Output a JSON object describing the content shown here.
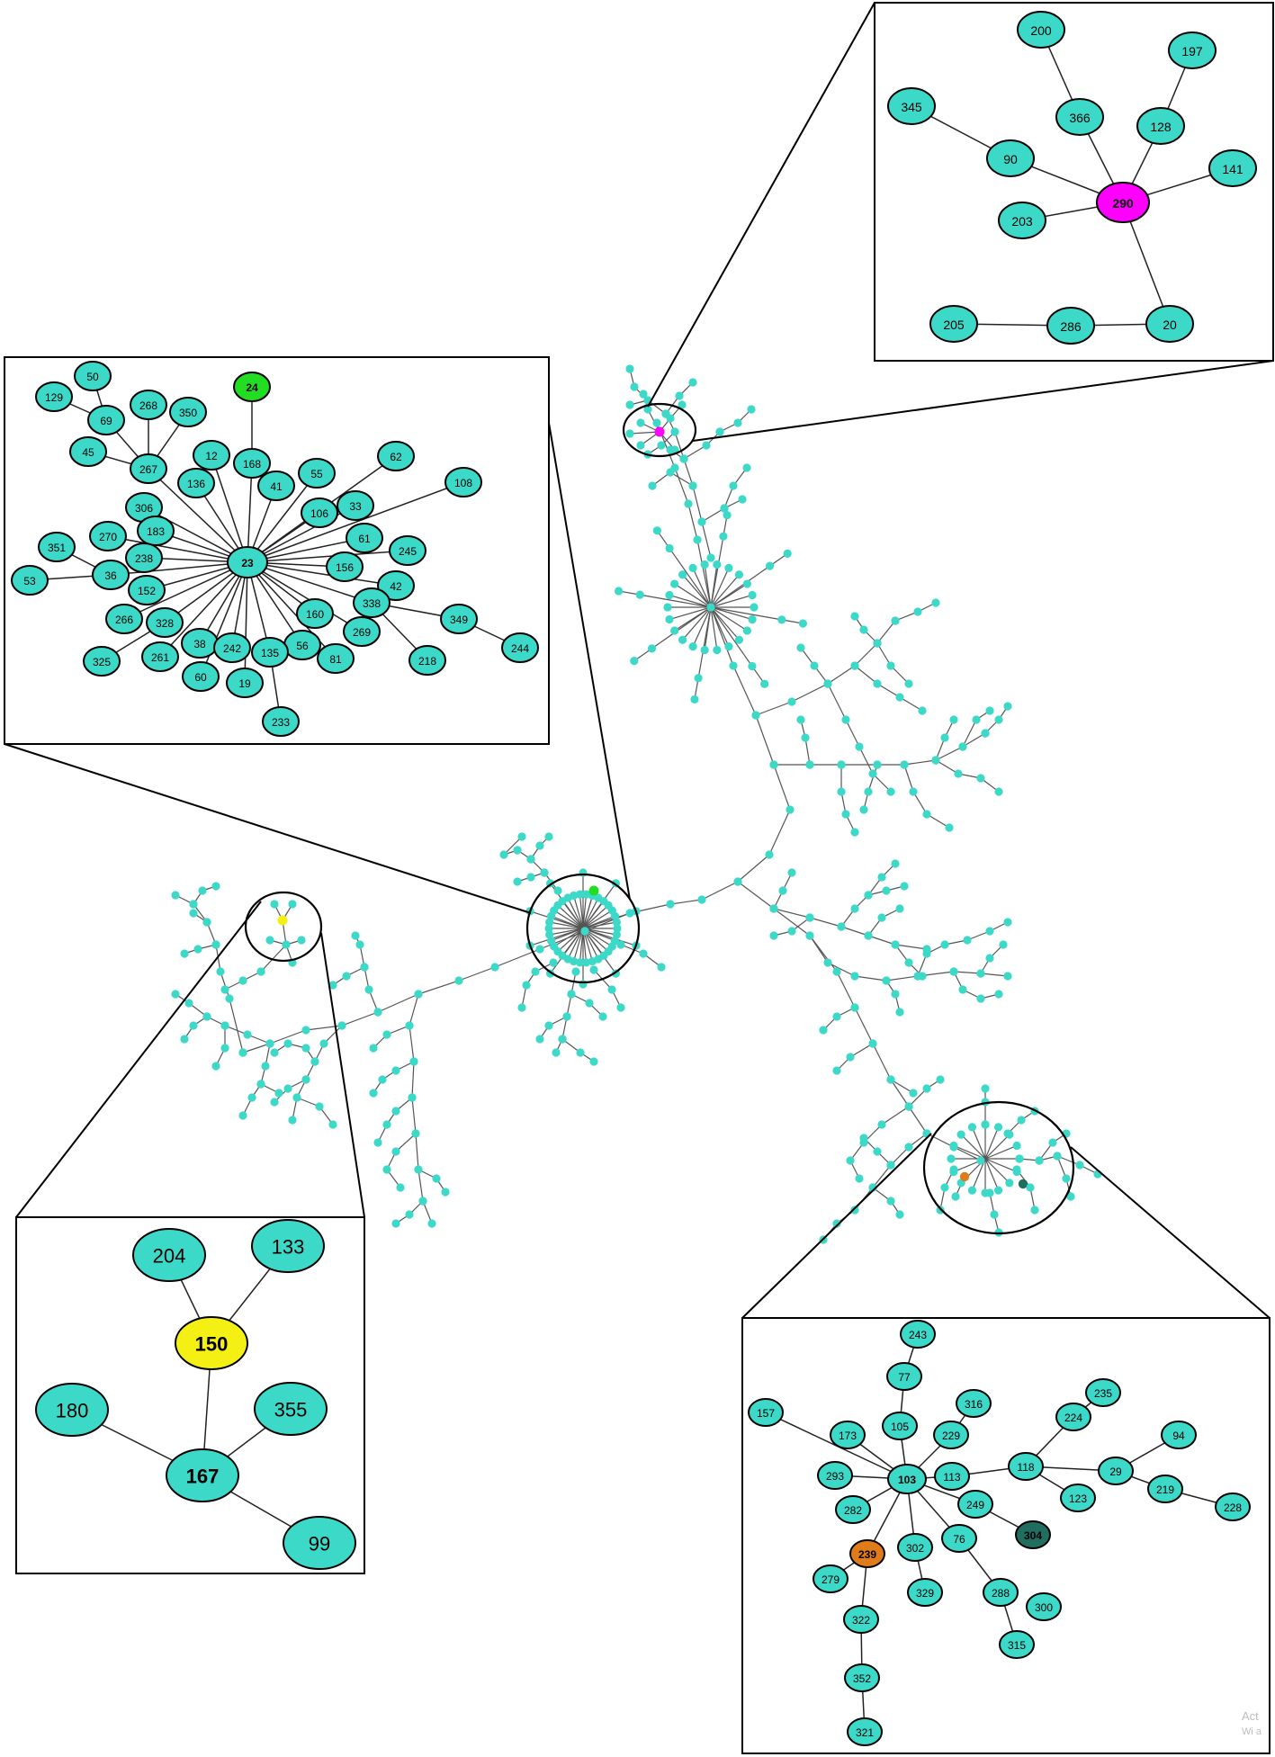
{
  "colors": {
    "node_default": "#3cd9c9",
    "hub_290": "#ff00ff",
    "hub_24": "#22dd22",
    "hub_150": "#f5f014",
    "hub_239": "#e07b1a",
    "hub_304": "#1f6e60",
    "line": "#000000",
    "background": "#ffffff"
  },
  "insets": {
    "top_right": {
      "hub": "290",
      "nodes": [
        "200",
        "197",
        "345",
        "366",
        "128",
        "90",
        "141",
        "290",
        "203",
        "205",
        "286",
        "20"
      ]
    },
    "top_left": {
      "hub": "23",
      "nodes": [
        "50",
        "24",
        "129",
        "268",
        "69",
        "350",
        "45",
        "267",
        "12",
        "168",
        "62",
        "136",
        "41",
        "55",
        "108",
        "306",
        "106",
        "33",
        "183",
        "270",
        "61",
        "351",
        "238",
        "23",
        "245",
        "36",
        "156",
        "53",
        "152",
        "42",
        "338",
        "266",
        "328",
        "160",
        "349",
        "269",
        "38",
        "242",
        "56",
        "325",
        "261",
        "135",
        "81",
        "218",
        "244",
        "60",
        "19",
        "233"
      ]
    },
    "bottom_left": {
      "hub": "167",
      "nodes": [
        "204",
        "133",
        "150",
        "180",
        "355",
        "167",
        "99"
      ]
    },
    "bottom_right": {
      "hub": "103",
      "nodes": [
        "243",
        "77",
        "235",
        "316",
        "157",
        "224",
        "105",
        "229",
        "94",
        "173",
        "118",
        "29",
        "293",
        "103",
        "113",
        "219",
        "123",
        "228",
        "282",
        "249",
        "304",
        "239",
        "302",
        "76",
        "279",
        "329",
        "288",
        "300",
        "322",
        "315",
        "352",
        "321"
      ]
    }
  },
  "watermark": {
    "line1": "Act",
    "line2": "Wi a"
  }
}
